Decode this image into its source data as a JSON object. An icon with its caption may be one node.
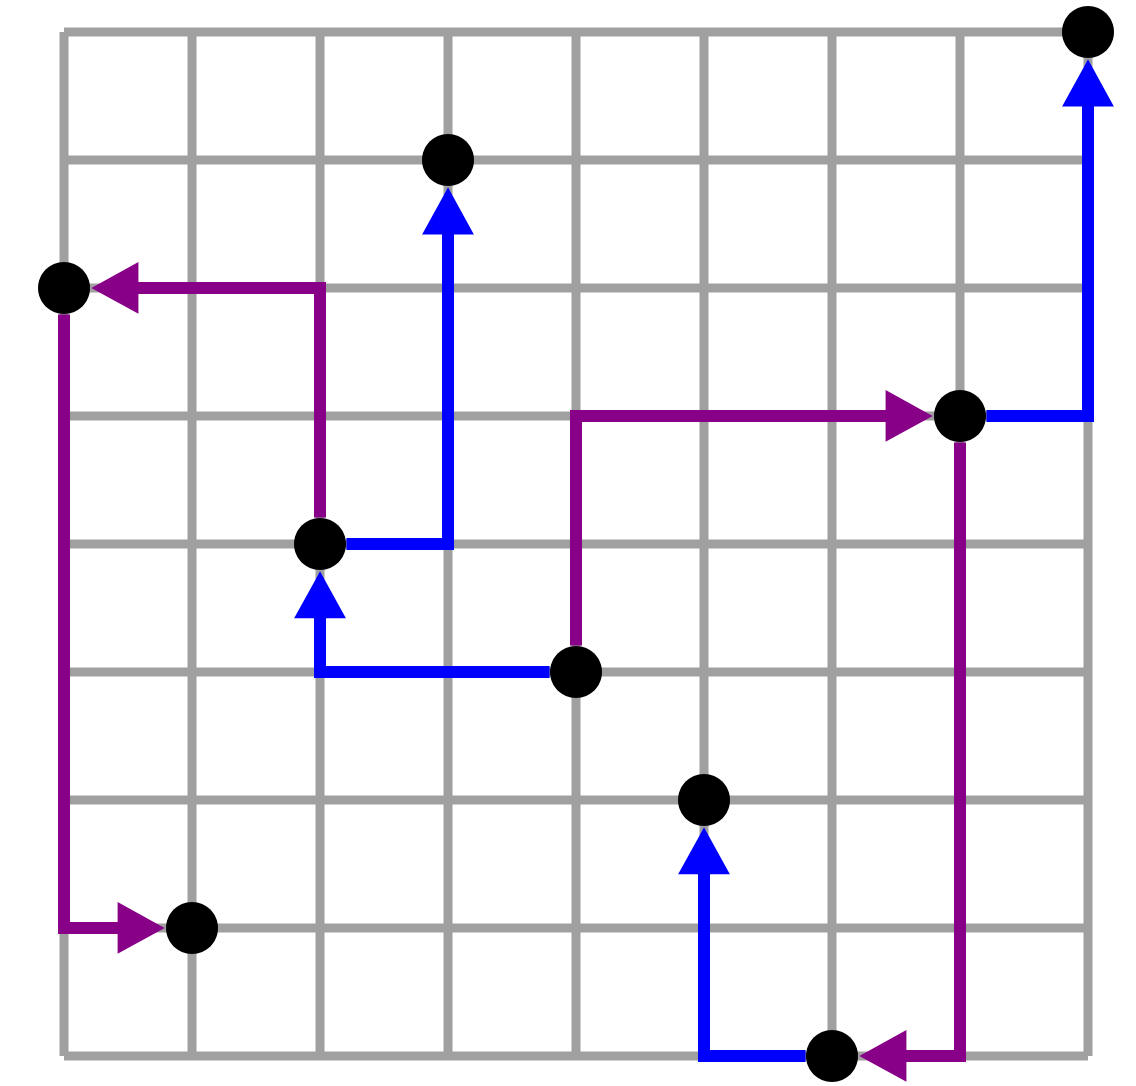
{
  "diagram": {
    "nodes": [
      {
        "text": [],
        "shape": "circle"
      },
      {
        "text": [],
        "shape": "circle"
      },
      {
        "text": [],
        "shape": "circle"
      },
      {
        "text": [],
        "shape": "circle"
      },
      {
        "text": [],
        "shape": "circle"
      },
      {
        "text": [],
        "shape": "circle"
      },
      {
        "text": [],
        "shape": "circle"
      },
      {
        "text": [],
        "shape": "circle"
      },
      {
        "text": [],
        "shape": "circle"
      }
    ],
    "edges": [
      {
        "from": 5,
        "to": 4,
        "arrow": "to",
        "color": "#0000ff"
      },
      {
        "from": 4,
        "to": 1,
        "arrow": "to",
        "color": "#0000ff"
      },
      {
        "from": 4,
        "to": 2,
        "arrow": "to",
        "color": "#880088"
      },
      {
        "from": 2,
        "to": 7,
        "arrow": "to",
        "color": "#880088"
      },
      {
        "from": 5,
        "to": 3,
        "arrow": "to",
        "color": "#880088"
      },
      {
        "from": 3,
        "to": 0,
        "arrow": "to",
        "color": "#0000ff"
      },
      {
        "from": 3,
        "to": 8,
        "arrow": "to",
        "color": "#880088"
      },
      {
        "from": 8,
        "to": 6,
        "arrow": "to",
        "color": "#0000ff"
      }
    ]
  }
}
